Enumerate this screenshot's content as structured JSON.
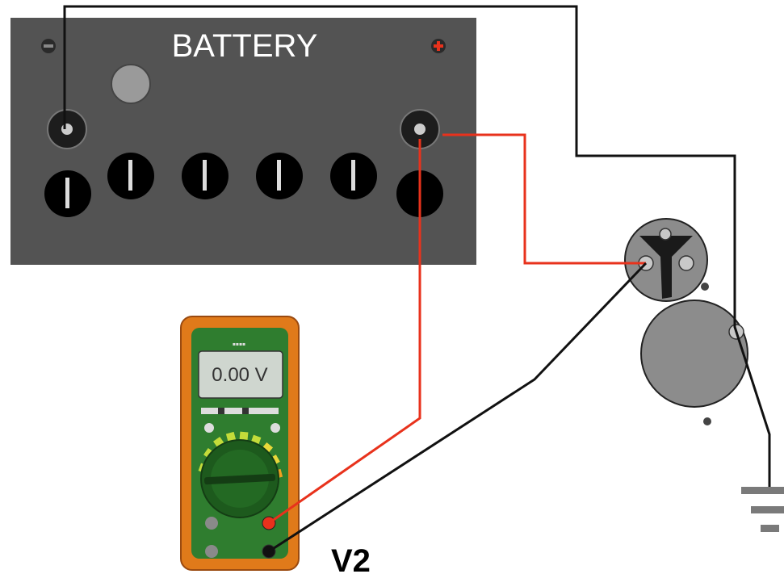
{
  "battery": {
    "label": "BATTERY",
    "negative_symbol": "minus-icon",
    "positive_symbol": "plus-icon",
    "case_color": "#535353"
  },
  "multimeter": {
    "display_value": "0.00 V",
    "body_color": "#e07a1a",
    "face_color": "#2f7d2f"
  },
  "labels": {
    "measurement": "V2"
  },
  "wires": {
    "positive_color": "#e8321c",
    "negative_color": "#111111"
  },
  "components": [
    "battery",
    "starter-solenoid",
    "starter-motor",
    "ground-symbol",
    "digital-multimeter"
  ]
}
